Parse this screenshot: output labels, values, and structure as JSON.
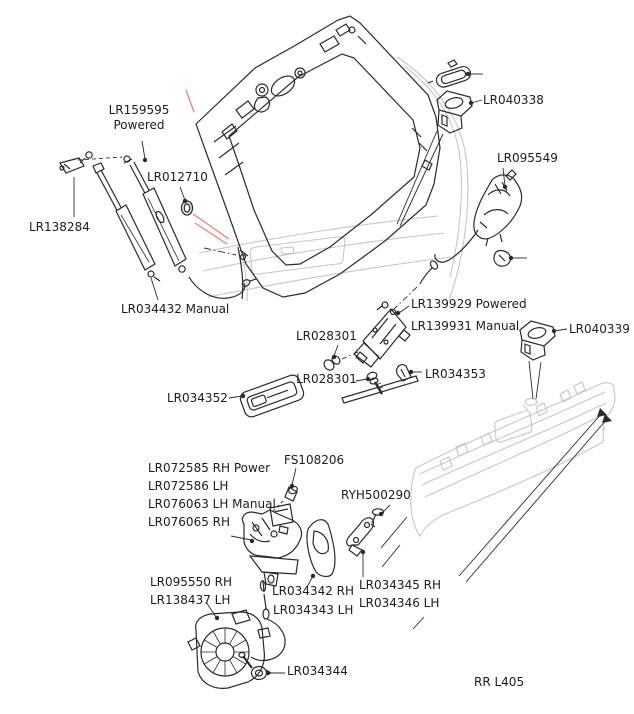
{
  "model_reference": "RR L405",
  "colors": {
    "line": "#2b2b2b",
    "body_outline": "#c6c6c6",
    "annotation_red": "#ec7f77",
    "background": "#ffffff"
  },
  "part_labels": [
    {
      "text": "LR159595\nPowered"
    },
    {
      "text": "LR012710"
    },
    {
      "text": "LR138284"
    },
    {
      "text": "LR034432 Manual"
    },
    {
      "text": "LR040338"
    },
    {
      "text": "LR095549"
    },
    {
      "text": "LR139929 Powered"
    },
    {
      "text": "LR139931 Manual"
    },
    {
      "text": "LR028301"
    },
    {
      "text": "LR028301"
    },
    {
      "text": "LR034353"
    },
    {
      "text": "LR040339"
    },
    {
      "text": "LR034352"
    },
    {
      "text": "LR072585 RH Power"
    },
    {
      "text": "LR072586 LH"
    },
    {
      "text": "LR076063 LH Manual"
    },
    {
      "text": "LR076065 RH"
    },
    {
      "text": "FS108206"
    },
    {
      "text": "RYH500290"
    },
    {
      "text": "LR095550 RH"
    },
    {
      "text": "LR138437 LH"
    },
    {
      "text": "LR034342 RH"
    },
    {
      "text": "LR034343 LH"
    },
    {
      "text": "LR034345 RH"
    },
    {
      "text": "LR034346 LH"
    },
    {
      "text": "LR034344"
    }
  ]
}
